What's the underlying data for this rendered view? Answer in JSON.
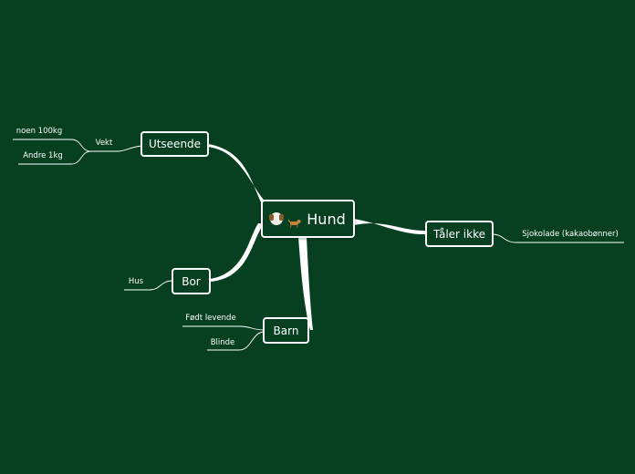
{
  "colors": {
    "background": "#064020",
    "node_border": "#ffffff",
    "text": "#ffffff",
    "connector": "#ffffff"
  },
  "root": {
    "label": "Hund",
    "icons": [
      "dog-face-icon",
      "dog-icon"
    ]
  },
  "topics": {
    "utseende": {
      "label": "Utseende"
    },
    "taler_ikke": {
      "label": "Tåler ikke"
    },
    "bor": {
      "label": "Bor"
    },
    "barn": {
      "label": "Barn"
    }
  },
  "leaves": {
    "vekt": "Vekt",
    "noen_100kg": "noen 100kg",
    "andre_1kg": "Andre 1kg",
    "sjokolade": "Sjokolade (kakaobønner)",
    "hus": "Hus",
    "fodt_levende": "Født levende",
    "blinde": "Blinde"
  }
}
